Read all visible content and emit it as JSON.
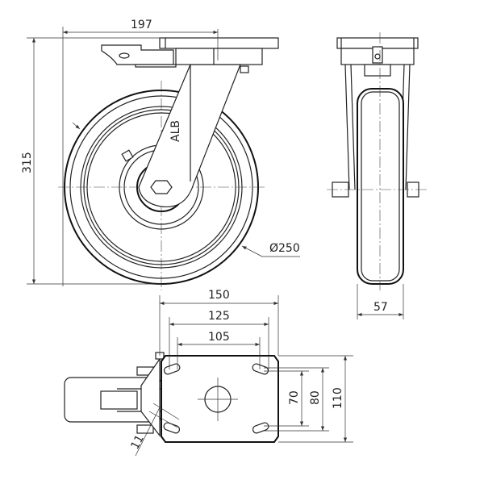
{
  "views": {
    "front": {
      "dims": {
        "overall_width": "197",
        "overall_height": "315",
        "wheel_diameter": "Ø250"
      }
    },
    "side": {
      "dims": {
        "wheel_width": "57"
      }
    },
    "bottom": {
      "dims": {
        "plate_length": "150",
        "hole_spacing_outer_x": "125",
        "hole_spacing_inner_x": "105",
        "hole_spacing_inner_y": "70",
        "hole_spacing_outer_y": "80",
        "plate_width": "110",
        "hole_slot": "11"
      }
    }
  }
}
